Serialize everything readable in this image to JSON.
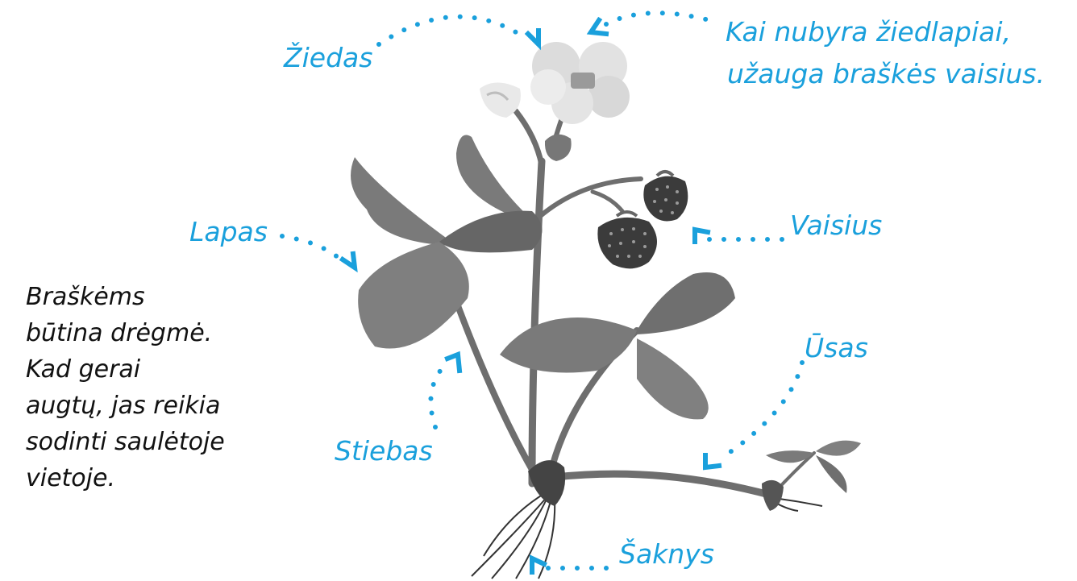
{
  "colors": {
    "label": "#1aa0dc",
    "note_text": "#111111",
    "leaf": "#7a7a7a",
    "leaf_dark": "#5f5f5f",
    "stem": "#6e6e6e",
    "fruit": "#3b3b3b",
    "flower": "#e6e6e6"
  },
  "labels": {
    "flower": "Žiedas",
    "fruit_note_line1": "Kai nubyra žiedlapiai,",
    "fruit_note_line2": "užauga braškės vaisius.",
    "leaf": "Lapas",
    "fruit": "Vaisius",
    "runner": "Ūsas",
    "stem": "Stiebas",
    "roots": "Šaknys"
  },
  "note": {
    "lines": [
      "Braškėms",
      "būtina drėgmė.",
      "Kad gerai",
      "augtų, jas reikia",
      "sodinti saulėtoje",
      "vietoje."
    ]
  }
}
